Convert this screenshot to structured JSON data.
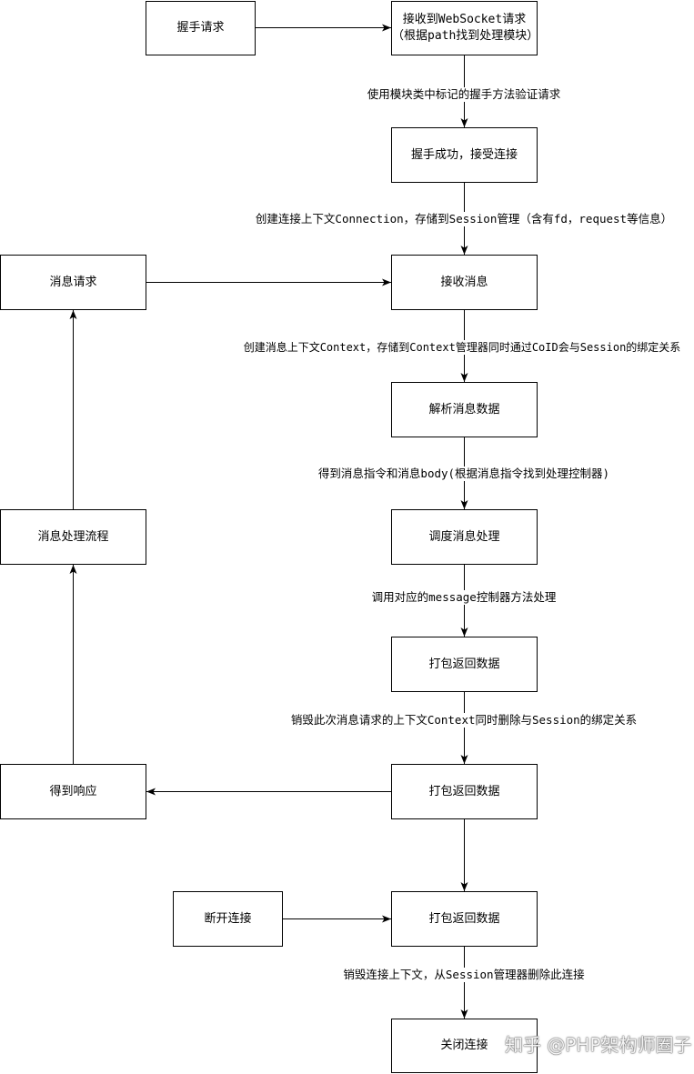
{
  "nodes": {
    "handshake_request": "握手请求",
    "receive_ws_line1": "接收到WebSocket请求",
    "receive_ws_line2": "（根据path找到处理模块）",
    "handshake_success": "握手成功，接受连接",
    "message_request": "消息请求",
    "receive_message": "接收消息",
    "parse_message": "解析消息数据",
    "message_flow": "消息处理流程",
    "dispatch_message": "调度消息处理",
    "pack_data_1": "打包返回数据",
    "get_response": "得到响应",
    "pack_data_2": "打包返回数据",
    "disconnect": "断开连接",
    "pack_data_3": "打包返回数据",
    "close_connection": "关闭连接"
  },
  "edge_labels": {
    "verify_handshake": "使用模块类中标记的握手方法验证请求",
    "create_connection": "创建连接上下文Connection，存储到Session管理（含有fd，request等信息）",
    "create_context": "创建消息上下文Context，存储到Context管理器同时通过CoID会与Session的绑定关系",
    "get_command": "得到消息指令和消息body(根据消息指令找到处理控制器)",
    "call_controller": "调用对应的message控制器方法处理",
    "destroy_context": "销毁此次消息请求的上下文Context同时删除与Session的绑定关系",
    "destroy_connection": "销毁连接上下文，从Session管理器删除此连接"
  },
  "watermark": "知乎 @PHP架构师圈子"
}
